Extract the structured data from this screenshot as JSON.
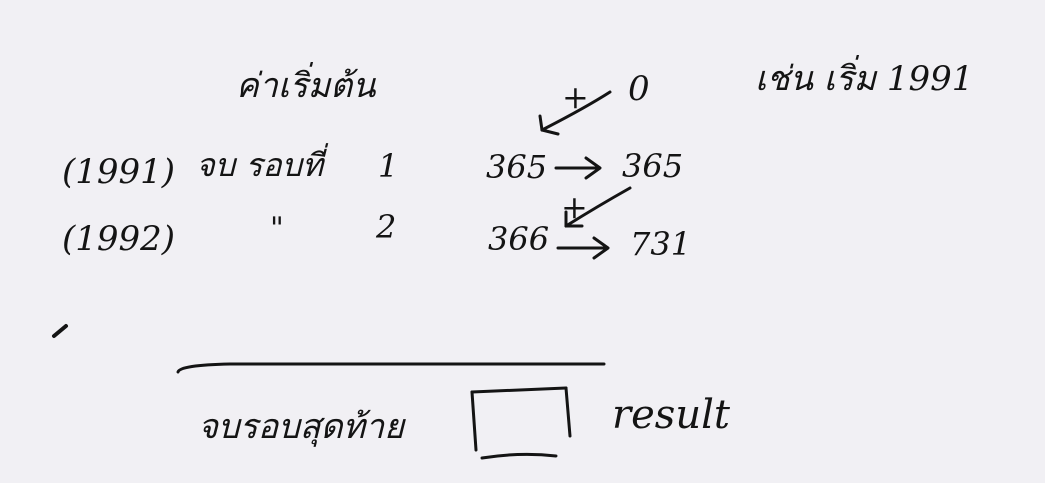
{
  "notes": {
    "header": {
      "initial_label": "ค่าเริ่มต้น",
      "start_value": "0",
      "start_note": "เช่น เริ่ม 1991"
    },
    "rows": [
      {
        "year": "(1991)",
        "description": "จบ รอบที่",
        "round": "1",
        "days": "365",
        "plus": "+",
        "total": "365"
      },
      {
        "year": "(1992)",
        "description": "\"",
        "round": "2",
        "days": "366",
        "plus": "+",
        "total": "731"
      }
    ],
    "footer": {
      "loop_label": "จบรอบสุดท้าย",
      "result_label": "result"
    }
  },
  "ink_color": "#141414",
  "background_color": "#f1f0f4"
}
